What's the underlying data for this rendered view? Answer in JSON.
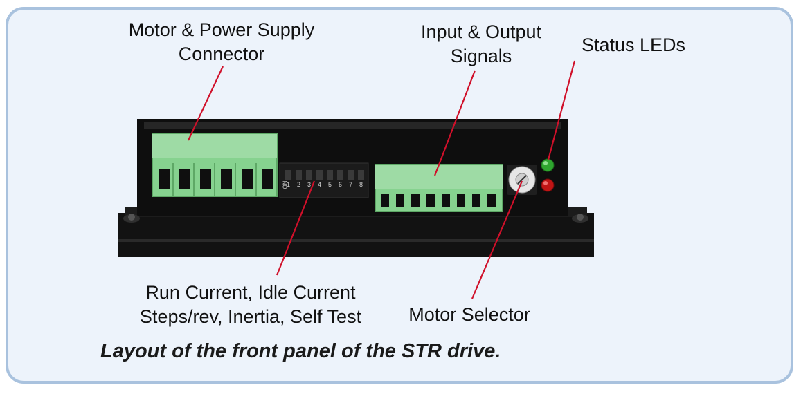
{
  "labels": {
    "motor_power_line1": "Motor & Power Supply",
    "motor_power_line2": "Connector",
    "io_line1": "Input & Output",
    "io_line2": "Signals",
    "status_leds": "Status LEDs",
    "dip_line1": "Run Current, Idle Current",
    "dip_line2": "Steps/rev, Inertia, Self Test",
    "motor_selector": "Motor Selector"
  },
  "caption": "Layout of the front panel of the STR drive.",
  "dip_switch": {
    "numbers": [
      "1",
      "2",
      "3",
      "4",
      "5",
      "6",
      "7",
      "8"
    ],
    "on_text": "ON"
  },
  "colors": {
    "frame_border": "#a9c2de",
    "frame_fill": "#edf3fb",
    "callout_line": "#d0102a",
    "terminal_green": "#86d28f",
    "drive_body": "#141414",
    "led_green": "#2fa52f",
    "led_red": "#c01515"
  }
}
